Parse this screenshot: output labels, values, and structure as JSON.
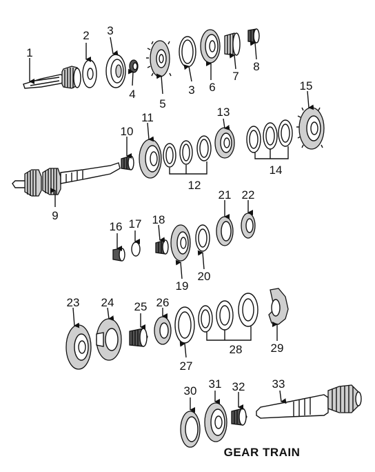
{
  "caption": "GEAR TRAIN",
  "callouts": [
    {
      "id": "1",
      "label": "1"
    },
    {
      "id": "2",
      "label": "2"
    },
    {
      "id": "3a",
      "label": "3"
    },
    {
      "id": "4",
      "label": "4"
    },
    {
      "id": "5",
      "label": "5"
    },
    {
      "id": "3b",
      "label": "3"
    },
    {
      "id": "6",
      "label": "6"
    },
    {
      "id": "7",
      "label": "7"
    },
    {
      "id": "8",
      "label": "8"
    },
    {
      "id": "9",
      "label": "9"
    },
    {
      "id": "10",
      "label": "10"
    },
    {
      "id": "11",
      "label": "11"
    },
    {
      "id": "12",
      "label": "12"
    },
    {
      "id": "13",
      "label": "13"
    },
    {
      "id": "14",
      "label": "14"
    },
    {
      "id": "15",
      "label": "15"
    },
    {
      "id": "16",
      "label": "16"
    },
    {
      "id": "17",
      "label": "17"
    },
    {
      "id": "18",
      "label": "18"
    },
    {
      "id": "19",
      "label": "19"
    },
    {
      "id": "20",
      "label": "20"
    },
    {
      "id": "21",
      "label": "21"
    },
    {
      "id": "22",
      "label": "22"
    },
    {
      "id": "23",
      "label": "23"
    },
    {
      "id": "24",
      "label": "24"
    },
    {
      "id": "25",
      "label": "25"
    },
    {
      "id": "26",
      "label": "26"
    },
    {
      "id": "27",
      "label": "27"
    },
    {
      "id": "28",
      "label": "28"
    },
    {
      "id": "29",
      "label": "29"
    },
    {
      "id": "30",
      "label": "30"
    },
    {
      "id": "31",
      "label": "31"
    },
    {
      "id": "32",
      "label": "32"
    },
    {
      "id": "33",
      "label": "33"
    }
  ]
}
